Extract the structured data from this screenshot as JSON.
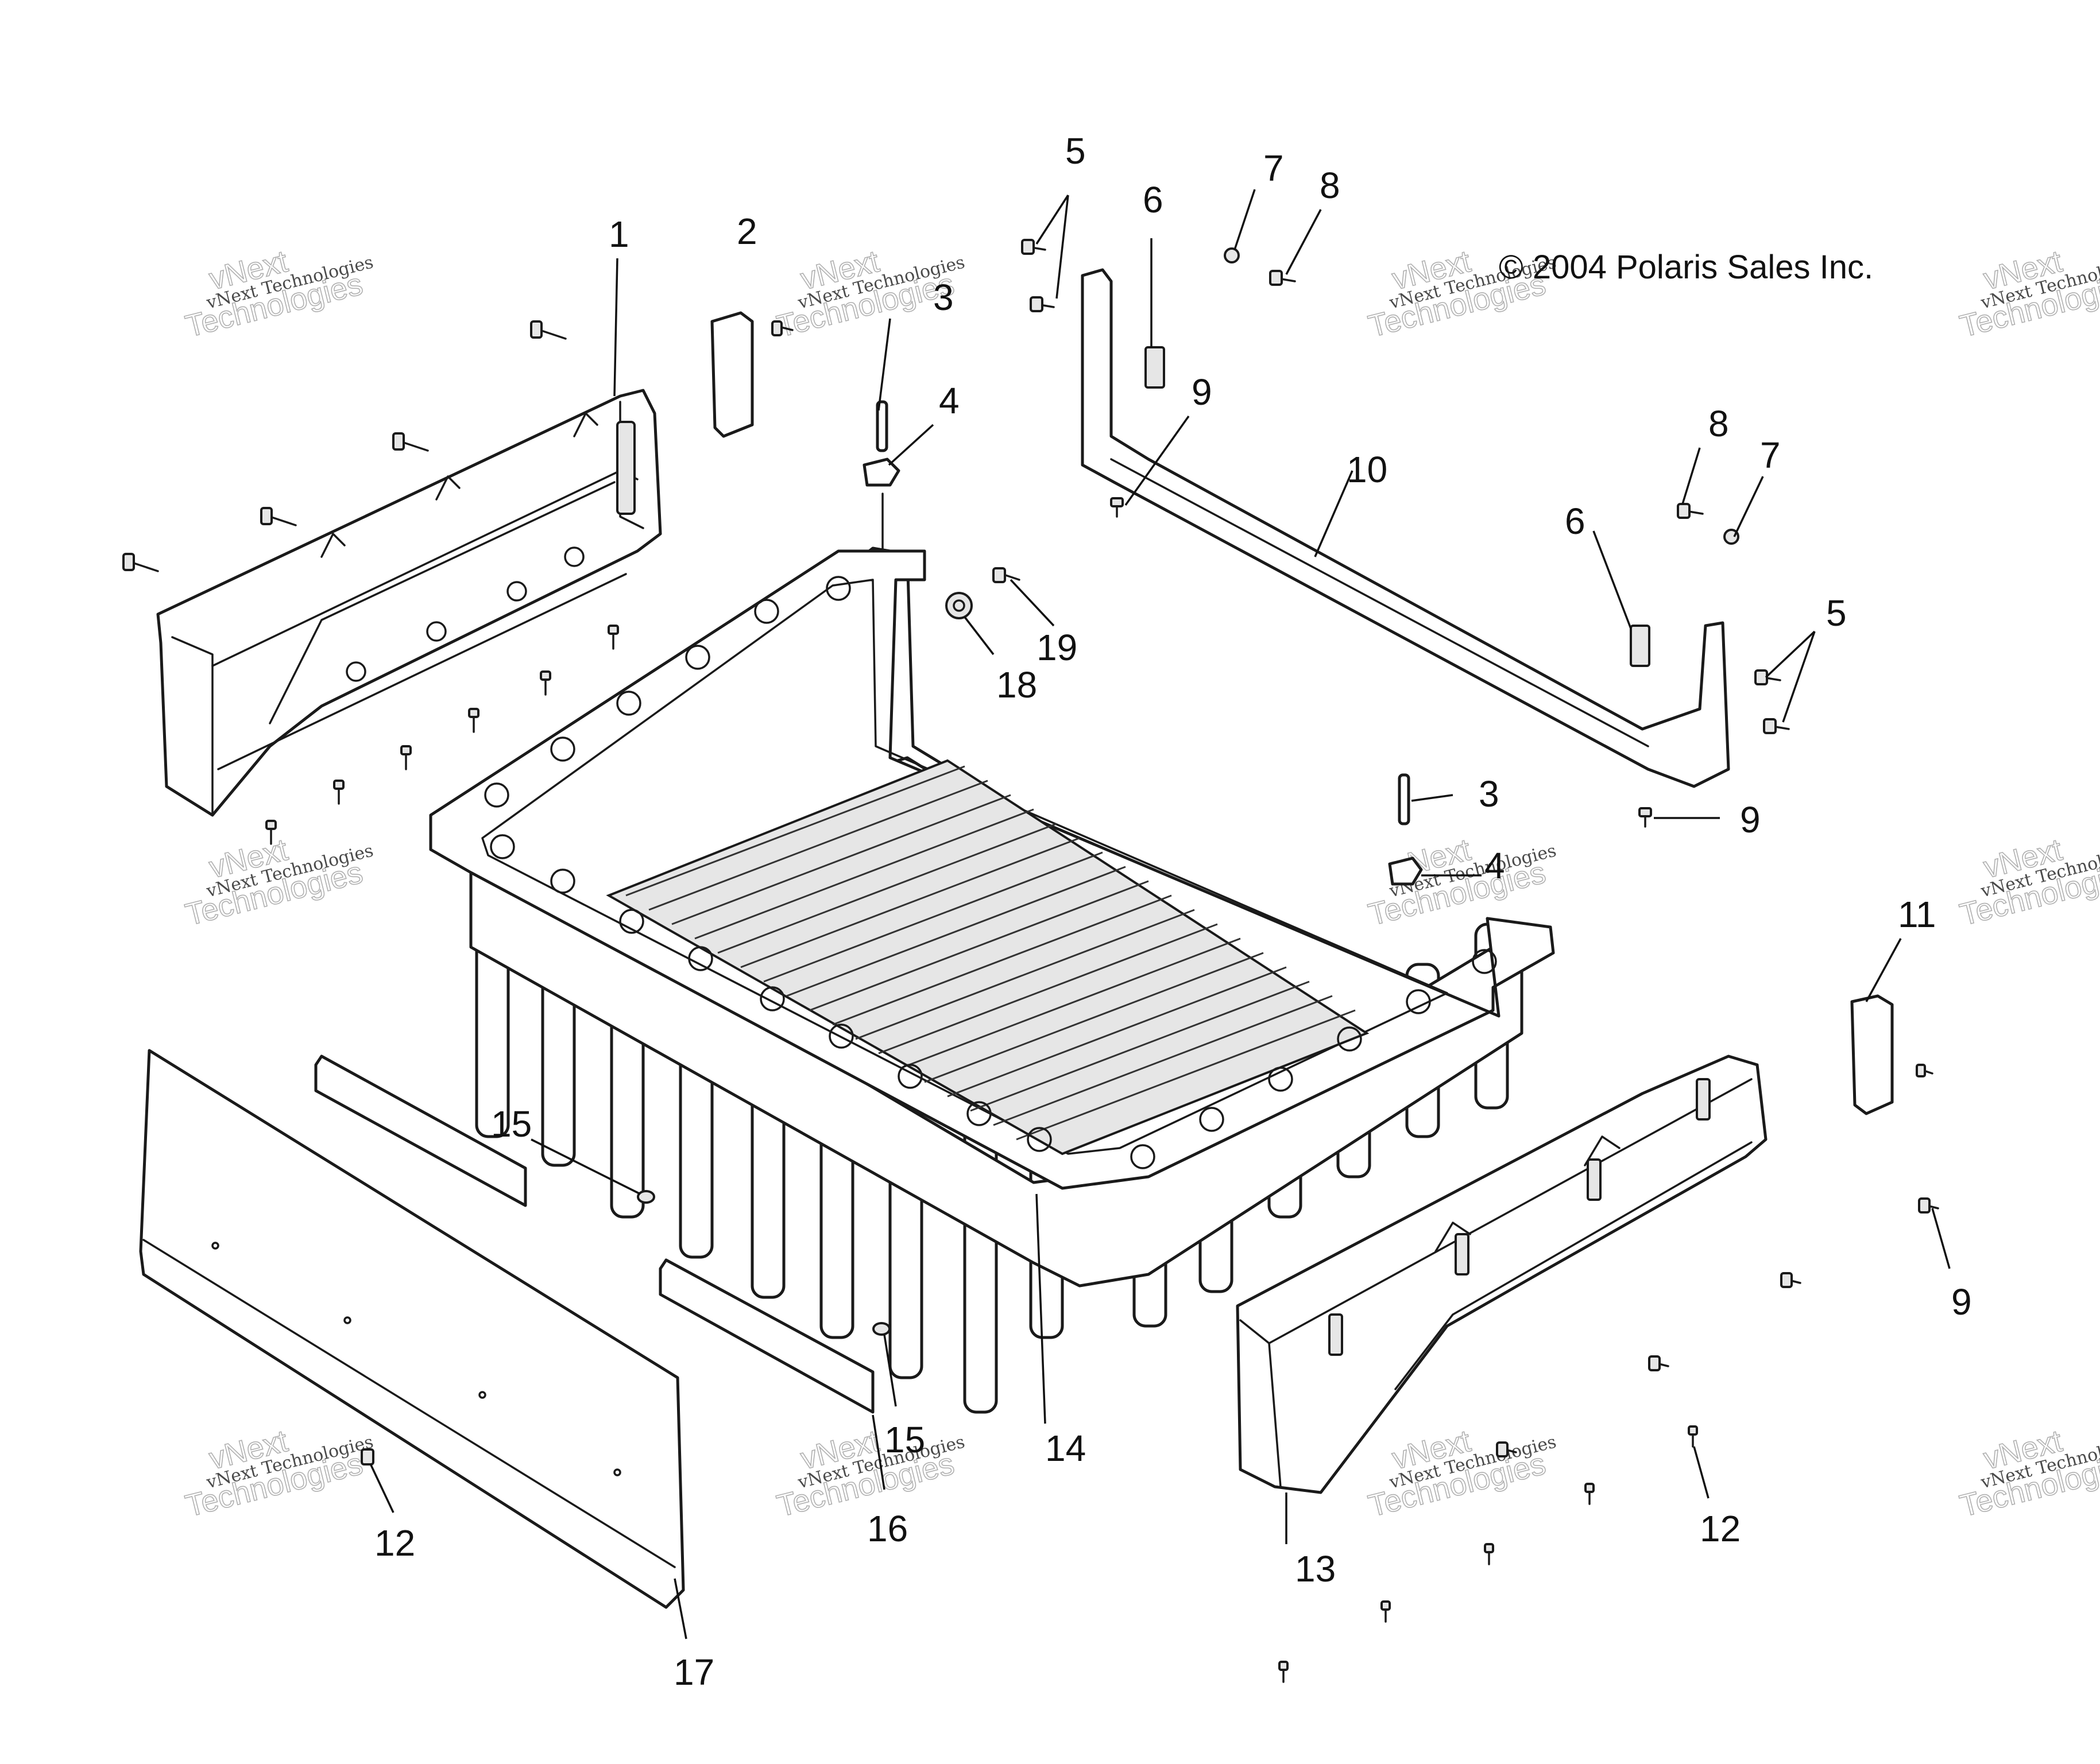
{
  "diagram": {
    "copyright": "© 2004 Polaris Sales Inc.",
    "watermark": {
      "line1": "vNext Technologies",
      "line2": "vNext",
      "line3": "Technologies"
    },
    "callouts": [
      "1",
      "2",
      "3",
      "4",
      "5",
      "6",
      "7",
      "8",
      "9",
      "10",
      "3",
      "4",
      "5",
      "6",
      "7",
      "8",
      "9",
      "11",
      "9",
      "12",
      "13",
      "14",
      "15",
      "15",
      "16",
      "12",
      "17",
      "18",
      "19"
    ]
  }
}
